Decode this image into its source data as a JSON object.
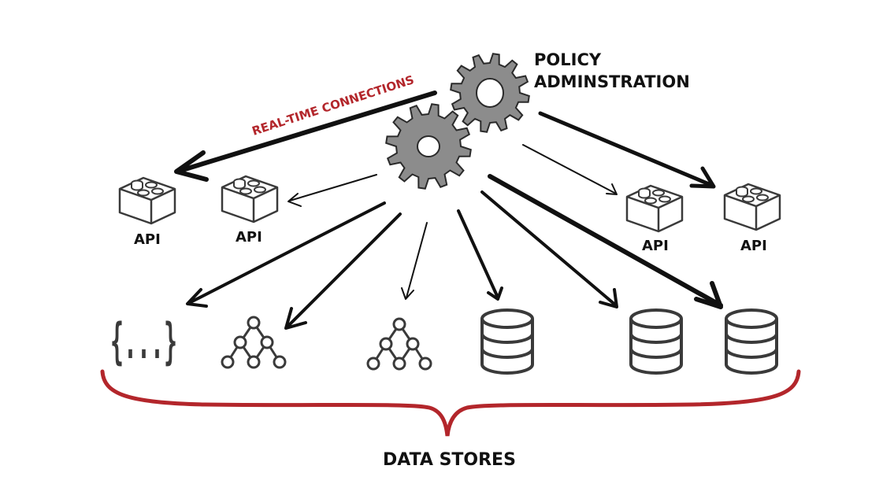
{
  "title": {
    "line1": "POLICY",
    "line2": "ADMINSTRATION"
  },
  "connection_label": "REAL-TIME CONNECTIONS",
  "apis": [
    {
      "label": "API"
    },
    {
      "label": "API"
    },
    {
      "label": "API"
    },
    {
      "label": "API"
    }
  ],
  "data_stores": {
    "label": "DATA STORES",
    "items": [
      {
        "icon": "json-braces-icon",
        "text": "{...}"
      },
      {
        "icon": "tree-graph-icon"
      },
      {
        "icon": "tree-graph-icon"
      },
      {
        "icon": "database-icon"
      },
      {
        "icon": "database-icon"
      },
      {
        "icon": "database-icon"
      }
    ]
  },
  "colors": {
    "ink": "#111111",
    "accent": "#b3262b",
    "gear": "#8c8c8c",
    "icon": "#3a3a3a"
  }
}
